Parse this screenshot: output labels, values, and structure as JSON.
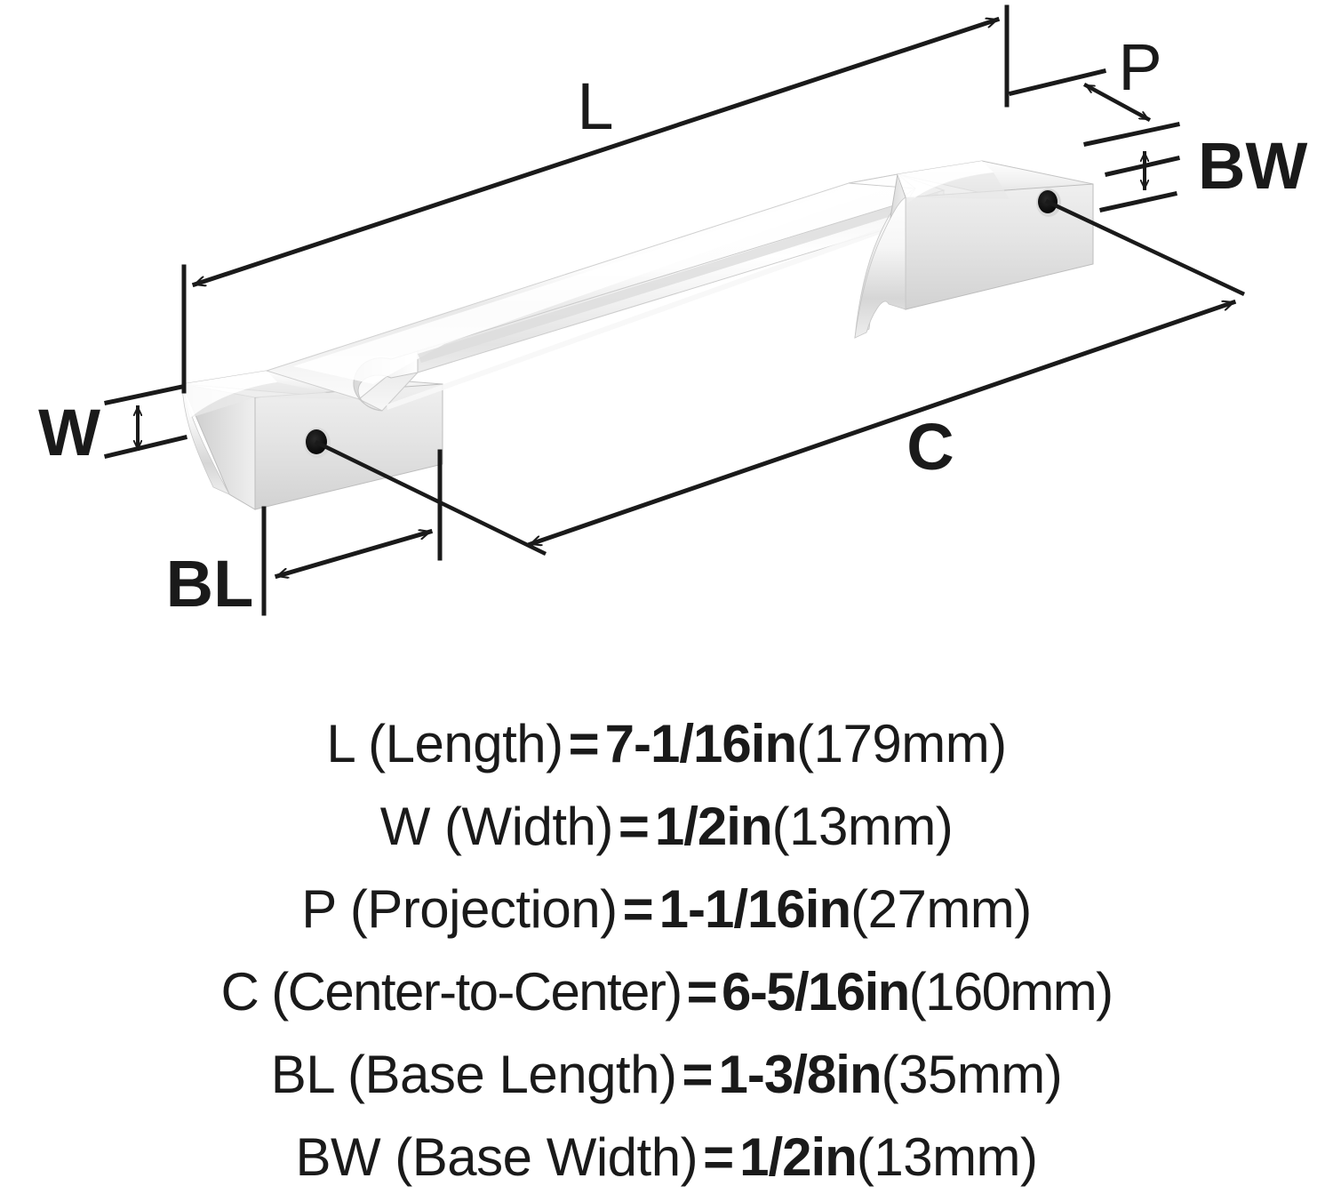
{
  "sheet": {
    "background": "#ffffff",
    "ink": "#1a1a1a"
  },
  "product": {
    "type": "cabinet-pull-handle",
    "finish": "polished-chrome",
    "view": "isometric"
  },
  "drawing": {
    "dimension_labels": [
      {
        "key": "L",
        "text": "L",
        "role": "overall-length"
      },
      {
        "key": "P",
        "text": "P",
        "role": "projection"
      },
      {
        "key": "BW",
        "text": "BW",
        "role": "base-width"
      },
      {
        "key": "W",
        "text": "W",
        "role": "width"
      },
      {
        "key": "C",
        "text": "C",
        "role": "center-to-center"
      },
      {
        "key": "BL",
        "text": "BL",
        "role": "base-length"
      }
    ]
  },
  "specs": [
    {
      "code": "L",
      "label": "L (Length)",
      "eq": "=",
      "imperial": "7-1/16in",
      "metric": "(179mm)"
    },
    {
      "code": "W",
      "label": "W (Width)",
      "eq": "=",
      "imperial": "1/2in",
      "metric": "(13mm)"
    },
    {
      "code": "P",
      "label": "P (Projection)",
      "eq": "=",
      "imperial": "1-1/16in",
      "metric": "(27mm)"
    },
    {
      "code": "C",
      "label": "C (Center-to-Center)",
      "eq": "=",
      "imperial": "6-5/16in",
      "metric": "(160mm)"
    },
    {
      "code": "BL",
      "label": "BL (Base Length)",
      "eq": "=",
      "imperial": "1-3/8in",
      "metric": "(35mm)"
    },
    {
      "code": "BW",
      "label": "BW (Base Width)",
      "eq": "=",
      "imperial": "1/2in",
      "metric": "(13mm)"
    }
  ]
}
